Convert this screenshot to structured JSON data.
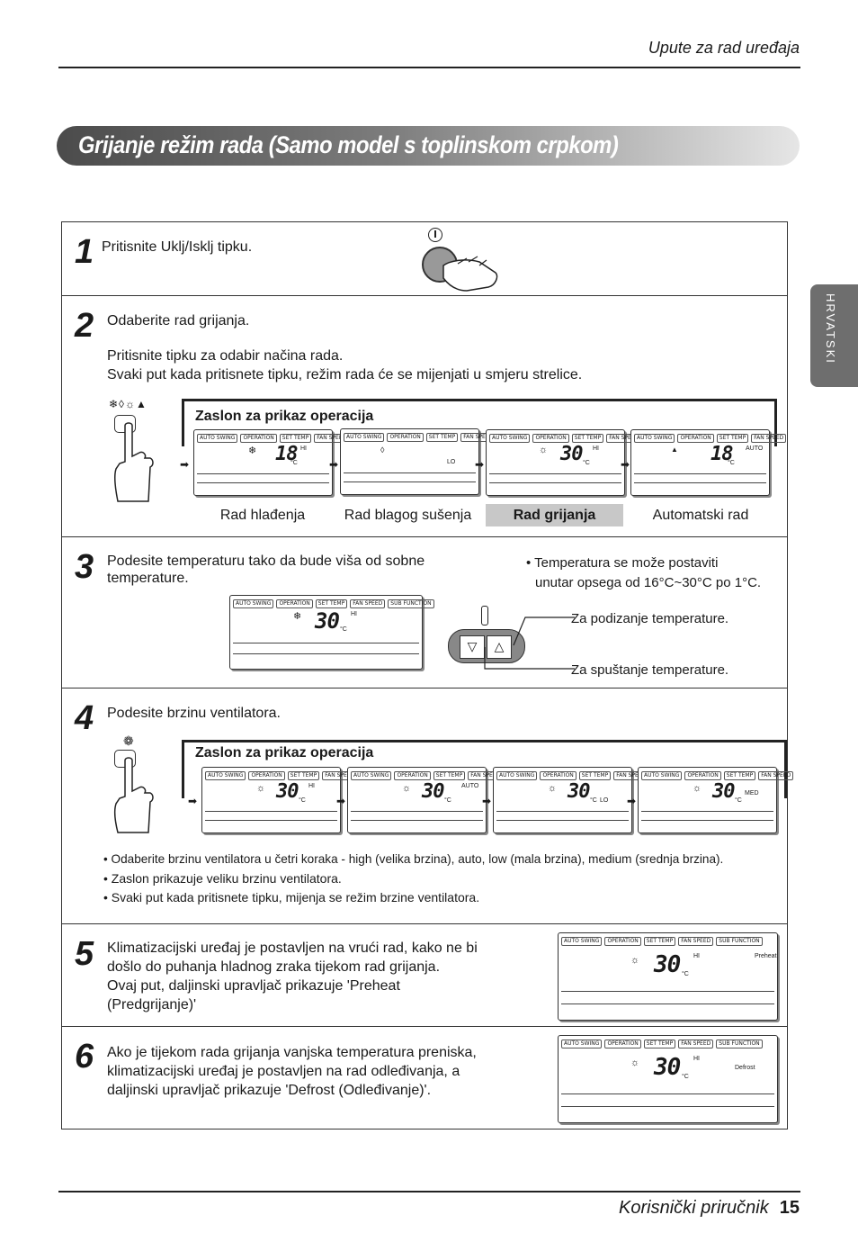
{
  "header": {
    "title": "Upute za rad uređaja"
  },
  "section_title": "Grijanje režim rada (Samo model s toplinskom crpkom)",
  "side_tab": "HRVATSKI",
  "lcd_tabs": [
    "AUTO SWING",
    "OPERATION",
    "SET TEMP",
    "FAN SPEED"
  ],
  "lcd_tabs_sub": [
    "AUTO SWING",
    "OPERATION",
    "SET TEMP",
    "FAN SPEED",
    "SUB FUNCTION"
  ],
  "unit": "°C",
  "step1": {
    "num": "1",
    "text": "Pritisnite Uklj/Isklj tipku."
  },
  "step2": {
    "num": "2",
    "line1": "Odaberite rad grijanja.",
    "line2": "Pritisnite tipku za odabir načina rada.",
    "line3": "Svaki put kada pritisnete tipku, režim rada će se mijenjati u smjeru strelice.",
    "frame_title": "Zaslon za prikaz operacija",
    "displays": [
      {
        "temp": "18",
        "fan": "HI",
        "mode_icon": "❄"
      },
      {
        "temp": "",
        "fan": "LO",
        "mode_icon": "💧"
      },
      {
        "temp": "30",
        "fan": "HI",
        "mode_icon": "☼"
      },
      {
        "temp": "18",
        "fan": "AUTO",
        "mode_icon": "▲"
      }
    ],
    "modes": [
      "Rad hlađenja",
      "Rad blagog sušenja",
      "Rad grijanja",
      "Automatski rad"
    ],
    "active_mode": "Rad grijanja"
  },
  "step3": {
    "num": "3",
    "line1": "Podesite temperaturu tako da bude viša od sobne",
    "line2": "temperature.",
    "note1": "• Temperatura se može postaviti",
    "note2": "unutar opsega od 16°C~30°C po 1°C.",
    "display": {
      "temp": "30",
      "fan": "HI",
      "mode_icon": "❄"
    },
    "up_label": "Za podizanje temperature.",
    "down_label": "Za spuštanje temperature."
  },
  "step4": {
    "num": "4",
    "text": "Podesite brzinu ventilatora.",
    "frame_title": "Zaslon za prikaz operacija",
    "displays": [
      {
        "temp": "30",
        "fan": "HI"
      },
      {
        "temp": "30",
        "fan": "AUTO"
      },
      {
        "temp": "30",
        "fan": "LO"
      },
      {
        "temp": "30",
        "fan": "MED"
      }
    ],
    "bullet1": "• Odaberite brzinu ventilatora u četri koraka - high (velika brzina), auto, low (mala brzina), medium (srednja brzina).",
    "bullet2": "• Zaslon prikazuje veliku brzinu ventilatora.",
    "bullet3": "• Svaki put kada pritisnete tipku, mijenja se režim brzine ventilatora."
  },
  "step5": {
    "num": "5",
    "line1": "Klimatizacijski uređaj je postavljen na vrući rad, kako ne bi",
    "line2": "došlo do puhanja hladnog zraka tijekom rad grijanja.",
    "line3": "Ovaj put, daljinski upravljač prikazuje 'Preheat",
    "line4": "(Predgrijanje)'",
    "display": {
      "temp": "30",
      "fan": "HI",
      "sub": "Preheat"
    }
  },
  "step6": {
    "num": "6",
    "line1": "Ako je tijekom rada grijanja vanjska temperatura preniska,",
    "line2": "klimatizacijski uređaj je postavljen na rad odleđivanja, a",
    "line3": "daljinski upravljač prikazuje 'Defrost (Odleđivanje)'.",
    "display": {
      "temp": "30",
      "fan": "HI",
      "sub": "Defrost"
    }
  },
  "footer": {
    "label": "Korisnički priručnik",
    "page": "15"
  }
}
